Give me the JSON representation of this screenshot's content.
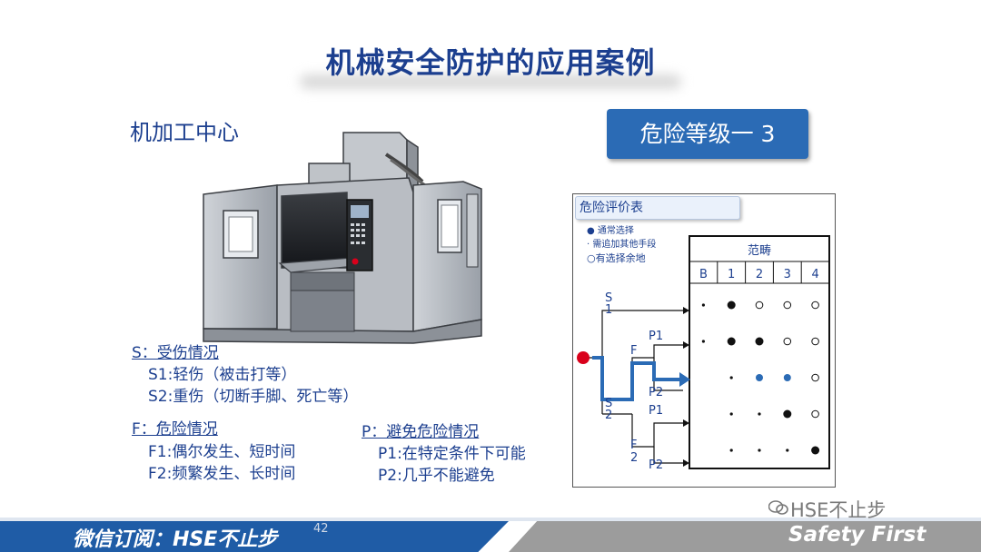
{
  "slide": {
    "title": "机械安全防护的应用案例",
    "machine_label": "机加工中心",
    "risk_badge": "危险等级一 3"
  },
  "legend": {
    "s_head": "S：受伤情况",
    "s1": "S1:轻伤（被击打等）",
    "s2": "S2:重伤（切断手脚、死亡等）",
    "f_head": "F：危险情况",
    "f1": "F1:偶尔发生、短时间",
    "f2": "F2:频繁发生、长时间",
    "p_head": "P：避免危险情况",
    "p1": "P1:在特定条件下可能",
    "p2": "P2:几乎不能避免"
  },
  "risk_table": {
    "title": "危险评价表",
    "notes": [
      "● 通常选择",
      "· 需追加其他手段",
      "○有选择余地"
    ],
    "category_label": "范畴",
    "columns": [
      "B",
      "1",
      "2",
      "3",
      "4"
    ],
    "branch_labels": {
      "s1": "S\n1",
      "s2": "S\n2",
      "f1": "F",
      "f2": "F\n2",
      "p1_top": "P1",
      "p2_top": "P2",
      "p1_bottom": "P1",
      "p2_bottom": "P2"
    },
    "rows": [
      [
        "small",
        "filled",
        "open",
        "open",
        "open"
      ],
      [
        "small",
        "filled",
        "filled",
        "open",
        "open"
      ],
      [
        "none",
        "small",
        "blue",
        "blue",
        "open"
      ],
      [
        "none",
        "small",
        "small",
        "filled",
        "open"
      ],
      [
        "none",
        "small",
        "small",
        "small",
        "filled"
      ]
    ],
    "highlight_color": "#2b6bb5",
    "start_color": "#d9001b"
  },
  "footer": {
    "subscribe": "微信订阅：HSE不止步",
    "page": "42",
    "safety": "Safety First",
    "watermark": "HSE不止步"
  }
}
